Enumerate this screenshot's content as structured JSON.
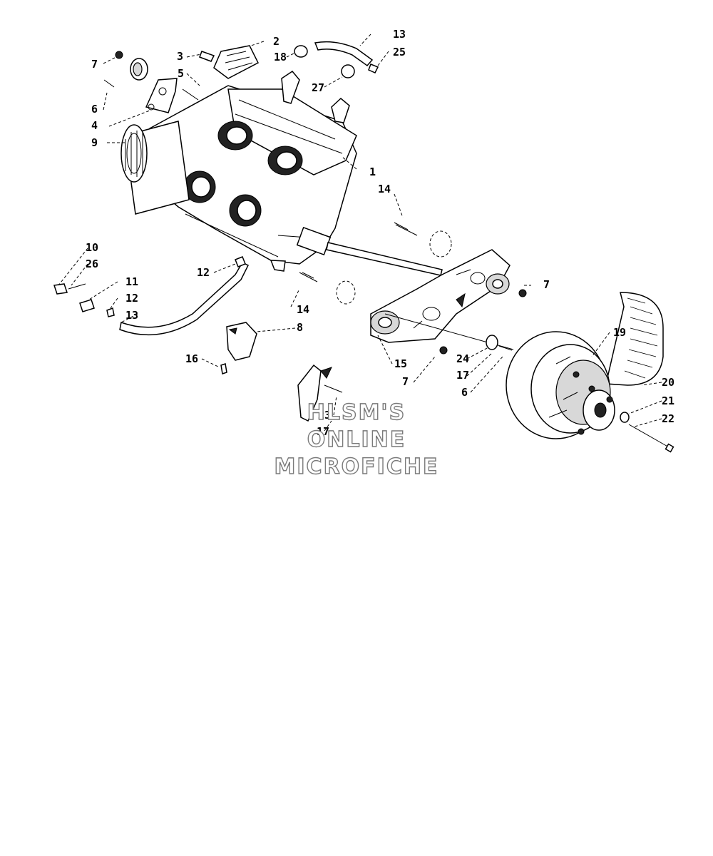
{
  "callouts": {
    "c1": "1",
    "c2": "2",
    "c3": "3",
    "c4": "4",
    "c5": "5",
    "c6a": "6",
    "c6b": "6",
    "c7a": "7",
    "c7b": "7",
    "c7c": "7",
    "c8": "8",
    "c9": "9",
    "c10": "10",
    "c11": "11",
    "c12a": "12",
    "c12b": "12",
    "c13a": "13",
    "c13b": "13",
    "c14a": "14",
    "c14b": "14",
    "c15": "15",
    "c16": "16",
    "c17a": "17",
    "c17b": "17",
    "c18": "18",
    "c19": "19",
    "c20": "20",
    "c21": "21",
    "c22": "22",
    "c23": "23",
    "c24": "24",
    "c25": "25",
    "c26": "26",
    "c27": "27"
  },
  "watermark": {
    "line1": "HLSM'S",
    "line2": "ONLINE",
    "line3": "MICROFICHE"
  }
}
